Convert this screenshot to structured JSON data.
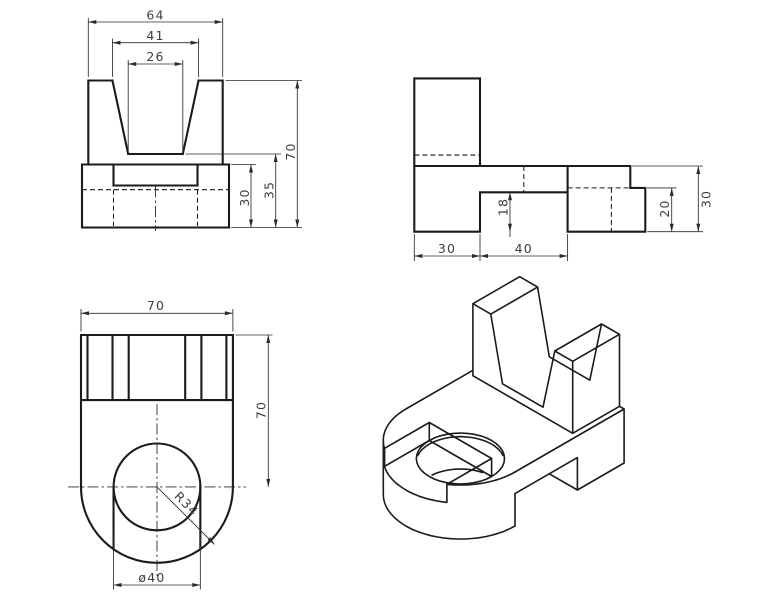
{
  "drawing": {
    "background": "#ffffff",
    "stroke_color": "#1b1b1b",
    "dim_text_color": "#3f3f3f"
  },
  "views": {
    "front_view": {
      "dimensions": {
        "overall_width": "64",
        "slot_top_width": "41",
        "slot_bottom_width": "26",
        "base_height": "30",
        "slot_floor_height": "35",
        "overall_height": "70"
      }
    },
    "side_view": {
      "dimensions": {
        "front_depth": "30",
        "notch_depth": "40",
        "notch_height": "18",
        "end_height": "20",
        "base_height": "30"
      }
    },
    "top_view": {
      "dimensions": {
        "overall_width": "70",
        "depth_to_center": "70",
        "corner_radius": "R34",
        "hole_diameter": "ø40"
      }
    }
  }
}
